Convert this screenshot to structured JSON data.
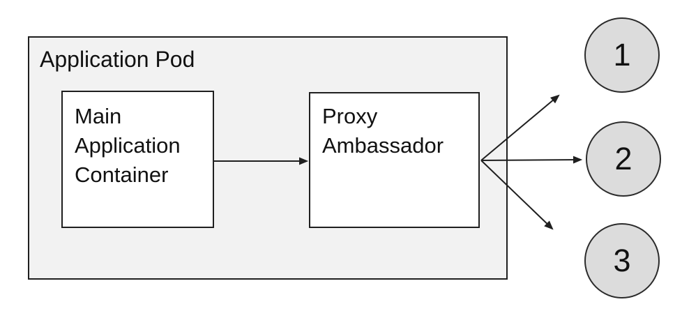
{
  "diagram": {
    "pod": {
      "label": "Application Pod"
    },
    "nodes": {
      "main": {
        "label": "Main Application Container"
      },
      "proxy": {
        "label": "Proxy Ambassador"
      }
    },
    "endpoints": [
      {
        "label": "1"
      },
      {
        "label": "2"
      },
      {
        "label": "3"
      }
    ],
    "connections": [
      {
        "from": "main-application-container",
        "to": "proxy-ambassador"
      },
      {
        "from": "proxy-ambassador",
        "to": "endpoint-1"
      },
      {
        "from": "proxy-ambassador",
        "to": "endpoint-2"
      },
      {
        "from": "proxy-ambassador",
        "to": "endpoint-3"
      }
    ],
    "colors": {
      "pod_fill": "#f2f2f2",
      "node_fill": "#ffffff",
      "endpoint_fill": "#dcdcdc",
      "line": "#1f1f1f",
      "text": "#111111",
      "background": "#ffffff"
    }
  }
}
